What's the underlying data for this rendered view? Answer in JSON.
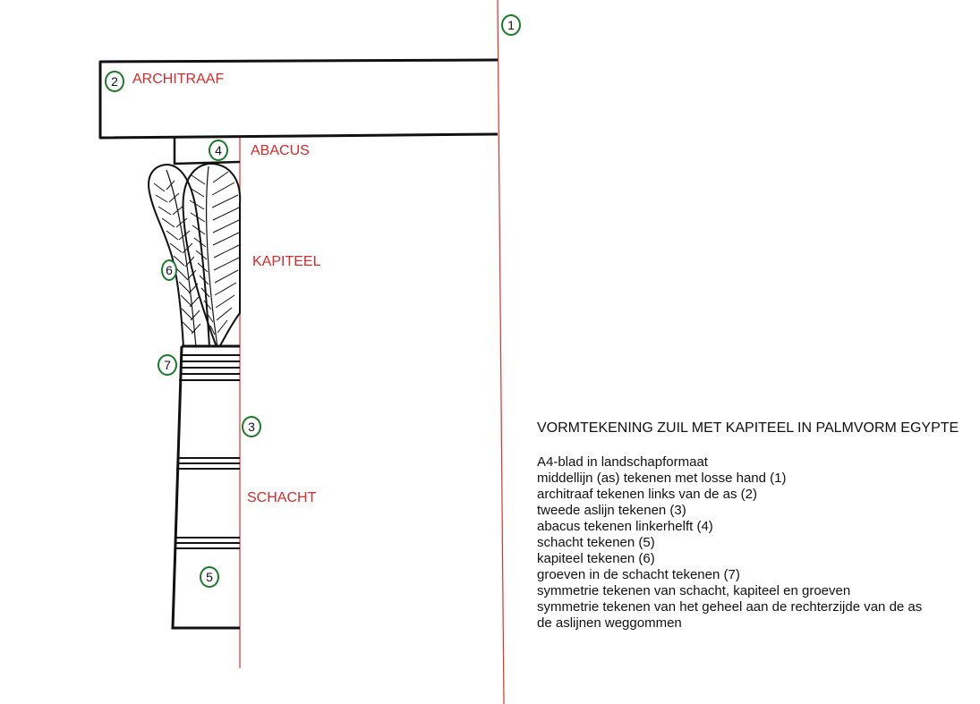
{
  "labels": {
    "architraaf": "ARCHITRAAF",
    "abacus": "ABACUS",
    "kapiteel": "KAPITEEL",
    "schacht": "SCHACHT"
  },
  "numbers": {
    "n1": "1",
    "n2": "2",
    "n3": "3",
    "n4": "4",
    "n5": "5",
    "n6": "6",
    "n7": "7"
  },
  "instructions": {
    "title": "VORMTEKENING ZUIL MET KAPITEEL IN PALMVORM EGYPTE",
    "steps": [
      "A4-blad in landschapformaat",
      "middellijn (as) tekenen met losse hand (1)",
      "architraaf tekenen links van de as (2)",
      "tweede aslijn tekenen (3)",
      "abacus tekenen linkerhelft (4)",
      "schacht tekenen (5)",
      "kapiteel tekenen (6)",
      "groeven in de schacht tekenen (7)",
      "symmetrie tekenen van schacht, kapiteel en groeven",
      "symmetrie tekenen van het geheel aan de rechterzijde van de as",
      "de aslijnen weggommen"
    ]
  },
  "colors": {
    "axis_line": "#e03030",
    "label_text": "#d42a2a",
    "number_circle": "#1a7a2a",
    "ink": "#111111"
  }
}
